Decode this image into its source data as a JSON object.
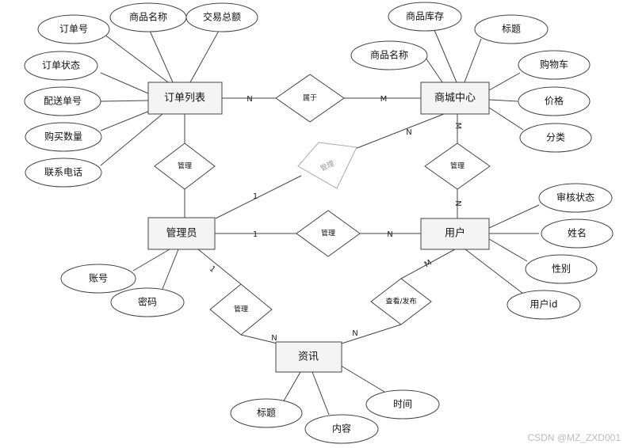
{
  "entities": {
    "order_list": "订单列表",
    "mall_center": "商城中心",
    "admin": "管理员",
    "user": "用户",
    "news": "资讯"
  },
  "relations": {
    "belongs_to": "属于",
    "manage_order": "管理",
    "manage_mall": "管理",
    "manage_user": "管理",
    "manage_news": "管理",
    "manage_mall_user": "管理",
    "view_publish": "查看/发布"
  },
  "attributes": {
    "order_list": [
      "订单号",
      "商品名称",
      "交易总额",
      "订单状态",
      "配送单号",
      "购买数量",
      "联系电话"
    ],
    "mall_center": [
      "商品库存",
      "标题",
      "商品名称",
      "购物车",
      "价格",
      "分类"
    ],
    "user": [
      "审核状态",
      "姓名",
      "性别",
      "用户id"
    ],
    "admin": [
      "账号",
      "密码"
    ],
    "news": [
      "标题",
      "内容",
      "时间"
    ]
  },
  "cardinalities": {
    "order_belongs": "N",
    "mall_belongs": "M",
    "admin_mall_1": "1",
    "mall_admin_n": "N",
    "admin_user_1": "1",
    "user_admin_n": "N",
    "mall_user_m": "M",
    "user_mall_n": "N",
    "admin_news_1": "1",
    "news_admin_n": "N",
    "news_user_n": "N",
    "user_news_m": "M"
  },
  "watermark": "CSDN @MZ_ZXD001"
}
